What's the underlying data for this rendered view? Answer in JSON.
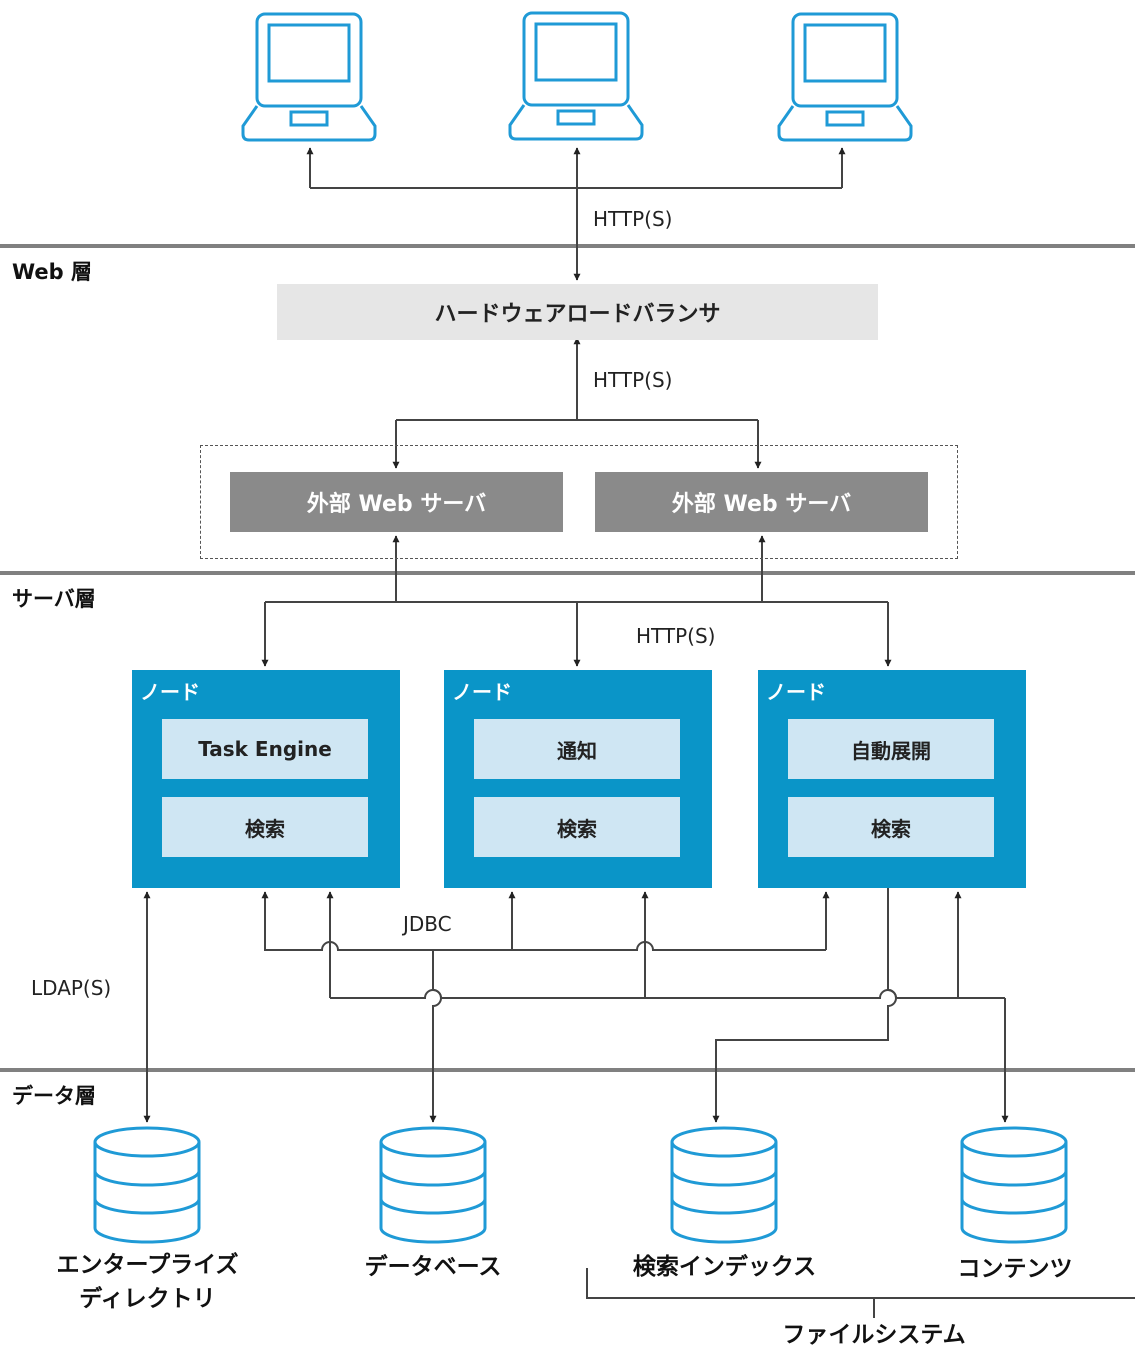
{
  "clients": [
    {
      "icon": "laptop-icon"
    },
    {
      "icon": "laptop-icon"
    },
    {
      "icon": "laptop-icon"
    }
  ],
  "protocols": {
    "client_http": "HTTP(S)",
    "lb_http": "HTTP(S)",
    "node_http": "HTTP(S)",
    "jdbc": "JDBC",
    "ldap": "LDAP(S)"
  },
  "tiers": {
    "web": "Web 層",
    "server": "サーバ層",
    "data": "データ層"
  },
  "load_balancer": "ハードウェアロードバランサ",
  "web_servers": [
    "外部 Web サーバ",
    "外部 Web サーバ"
  ],
  "nodes": [
    {
      "title": "ノード",
      "services": [
        "Task Engine",
        "検索"
      ]
    },
    {
      "title": "ノード",
      "services": [
        "通知",
        "検索"
      ]
    },
    {
      "title": "ノード",
      "services": [
        "自動展開",
        "検索"
      ]
    }
  ],
  "data_stores": [
    {
      "label": "エンタープライズ\nディレクトリ",
      "icon": "database-icon"
    },
    {
      "label": "データベース",
      "icon": "database-icon"
    },
    {
      "label": "検索インデックス",
      "icon": "database-icon"
    },
    {
      "label": "コンテンツ",
      "icon": "database-icon"
    }
  ],
  "filesystem_label": "ファイルシステム",
  "colors": {
    "client_icon": "#1f9ad6",
    "node_bg": "#0a95c8",
    "service_bg": "#cfe6f3",
    "web_server_bg": "#8a8a8a",
    "lb_bg": "#e6e6e6",
    "tier_line": "#808080"
  }
}
